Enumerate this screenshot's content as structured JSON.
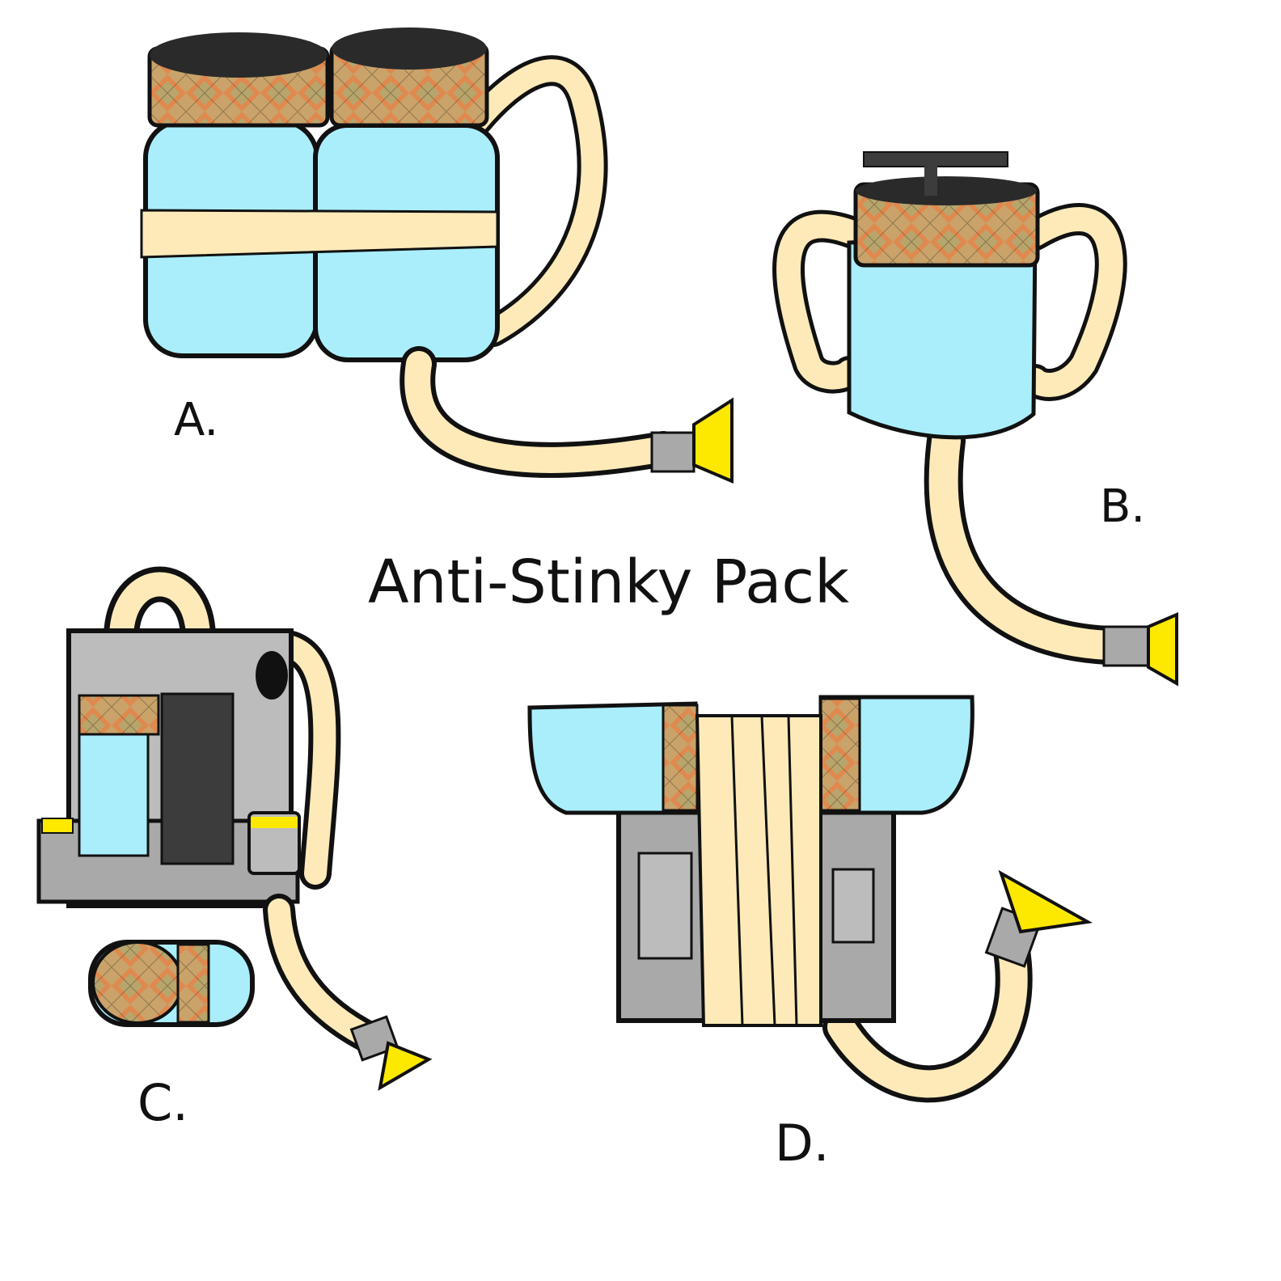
{
  "title": "Anti-Stinky Pack",
  "labels": {
    "a": "A.",
    "b": "B.",
    "c": "C.",
    "d": "D."
  },
  "colors": {
    "canister": "#aaeefc",
    "strap": "#fdeab8",
    "nozzle": "#fde800",
    "metal": "#a9a9a9",
    "pack": "#bcbcbc",
    "dark_panel": "#3c3c3c",
    "argyle_a": "#d98f57",
    "argyle_b": "#b9a96d",
    "outline": "#111111"
  }
}
